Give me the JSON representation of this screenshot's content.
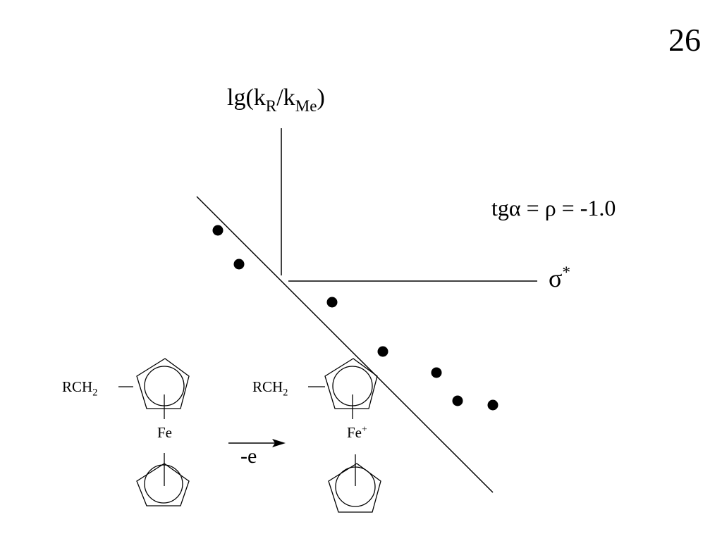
{
  "slide_number": "26",
  "chart_data": {
    "type": "scatter",
    "xlabel": "σ",
    "xlabel_sup": "*",
    "ylabel": {
      "main": "lg(k",
      "sub1": "R",
      "mid": "/k",
      "sub2": "Me",
      "end": ")"
    },
    "annotation": "tgα = ρ = -1.0",
    "slope": -1.0,
    "points": [
      {
        "x": -0.45,
        "y": 0.36
      },
      {
        "x": -0.3,
        "y": 0.12
      },
      {
        "x": 0.36,
        "y": -0.15
      },
      {
        "x": 0.72,
        "y": -0.5
      },
      {
        "x": 1.1,
        "y": -0.65
      },
      {
        "x": 1.25,
        "y": -0.85
      },
      {
        "x": 1.5,
        "y": -0.88
      }
    ],
    "fit_line": {
      "x_start": -0.6,
      "x_end": 1.5
    },
    "grid": false
  },
  "reaction": {
    "reactant": {
      "substituent": {
        "main": "RCH",
        "sub": "2"
      },
      "metal": "Fe"
    },
    "product": {
      "substituent": {
        "main": "RCH",
        "sub": "2"
      },
      "metal": "Fe",
      "charge": "+"
    },
    "arrow_label": "-e"
  }
}
